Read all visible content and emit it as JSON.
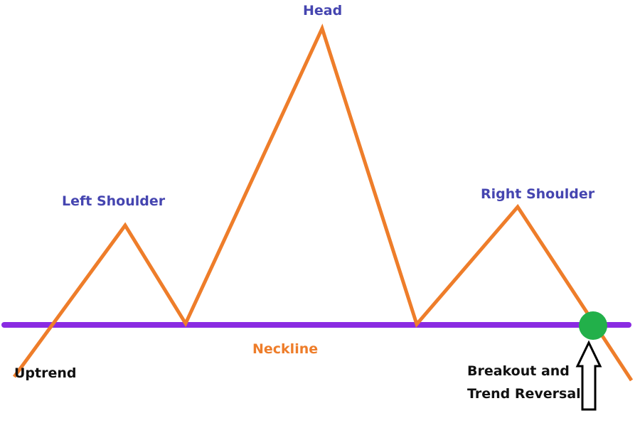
{
  "labels": {
    "head": "Head",
    "left_shoulder": "Left Shoulder",
    "right_shoulder": "Right Shoulder",
    "neckline": "Neckline",
    "uptrend": "Uptrend",
    "breakout_line1": "Breakout and",
    "breakout_line2": "Trend Reversal"
  },
  "colors": {
    "price_line": "#ee7d2a",
    "neckline": "#8a2be2",
    "breakout_marker": "#22b04a",
    "pattern_label": "#4545b0",
    "neckline_label": "#ee7d2a",
    "annotation_text": "#111111",
    "arrow_outline": "#000000"
  },
  "icons": {
    "breakout_marker": "green-circle",
    "breakout_arrow": "up-arrow-outline"
  }
}
